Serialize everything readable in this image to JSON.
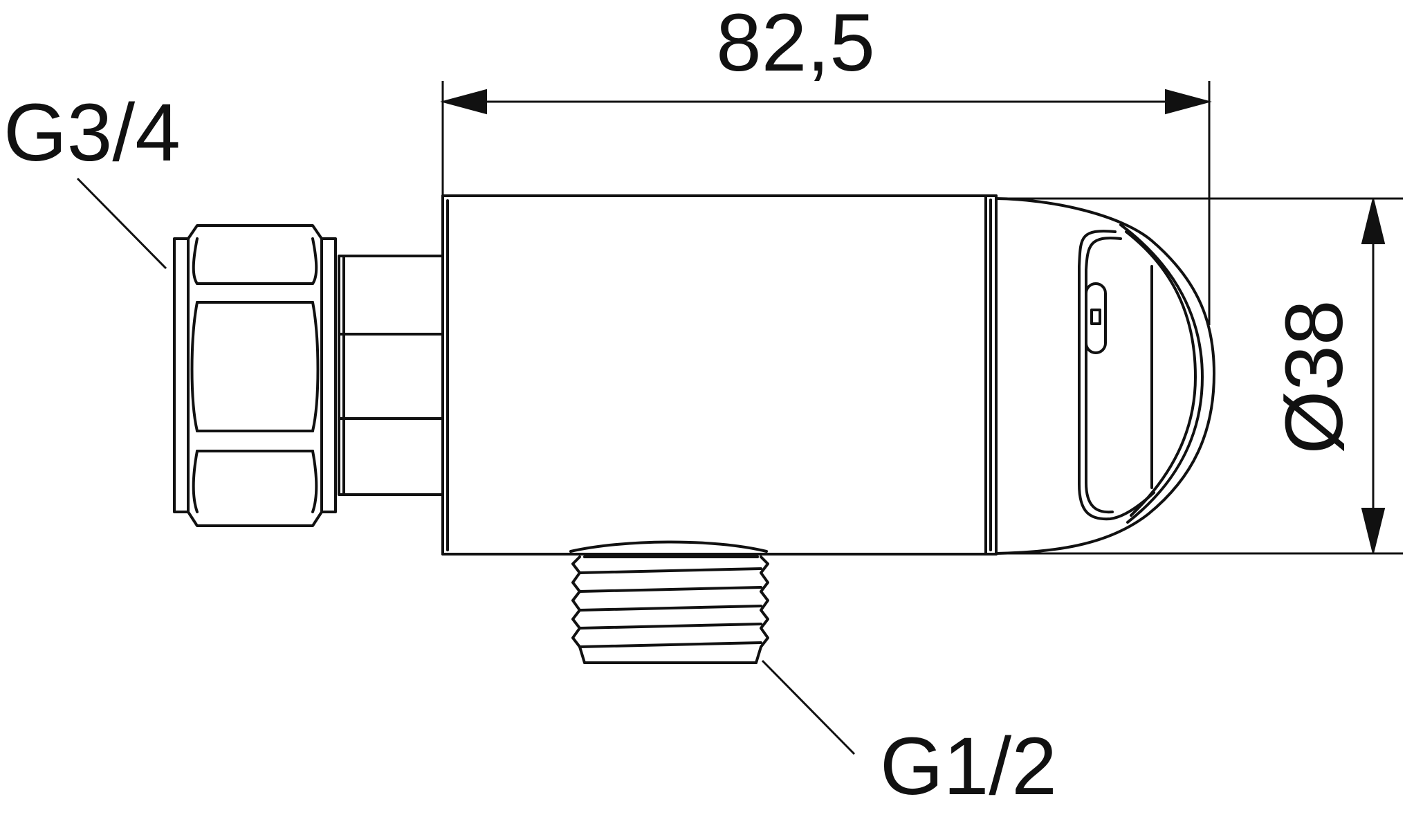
{
  "labels": {
    "length": "82,5",
    "diameter": "Ø38",
    "inlet_thread": "G3/4",
    "outlet_thread": "G1/2"
  },
  "colors": {
    "line": "#111111",
    "background": "#ffffff"
  }
}
